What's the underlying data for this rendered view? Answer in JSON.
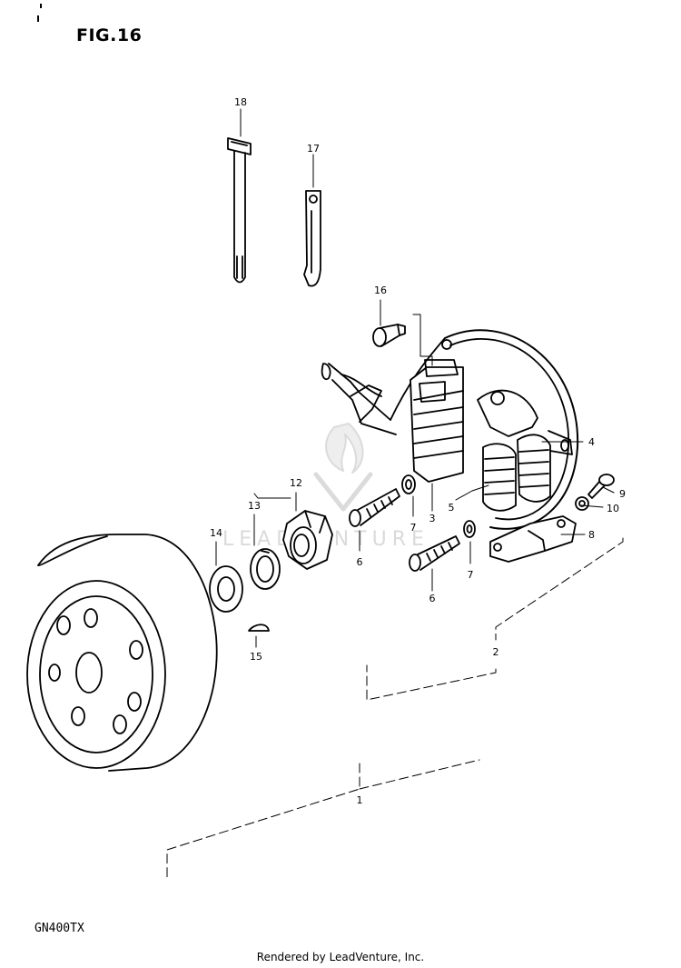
{
  "figure": {
    "title": "FIG.16",
    "model": "GN400TX",
    "credit": "Rendered by LeadVenture, Inc.",
    "watermark": "LEADVENTURE"
  },
  "callouts": [
    {
      "id": "c18",
      "label": "18"
    },
    {
      "id": "c17",
      "label": "17"
    },
    {
      "id": "c16",
      "label": "16"
    },
    {
      "id": "c4",
      "label": "4"
    },
    {
      "id": "c9",
      "label": "9"
    },
    {
      "id": "c10",
      "label": "10"
    },
    {
      "id": "c8",
      "label": "8"
    },
    {
      "id": "c12",
      "label": "12"
    },
    {
      "id": "c13",
      "label": "13"
    },
    {
      "id": "c14",
      "label": "14"
    },
    {
      "id": "c15",
      "label": "15"
    },
    {
      "id": "c6a",
      "label": "6"
    },
    {
      "id": "c7a",
      "label": "7"
    },
    {
      "id": "c3",
      "label": "3"
    },
    {
      "id": "c5",
      "label": "5"
    },
    {
      "id": "c7b",
      "label": "7"
    },
    {
      "id": "c6b",
      "label": "6"
    },
    {
      "id": "c2",
      "label": "2"
    },
    {
      "id": "c1",
      "label": "1"
    }
  ]
}
